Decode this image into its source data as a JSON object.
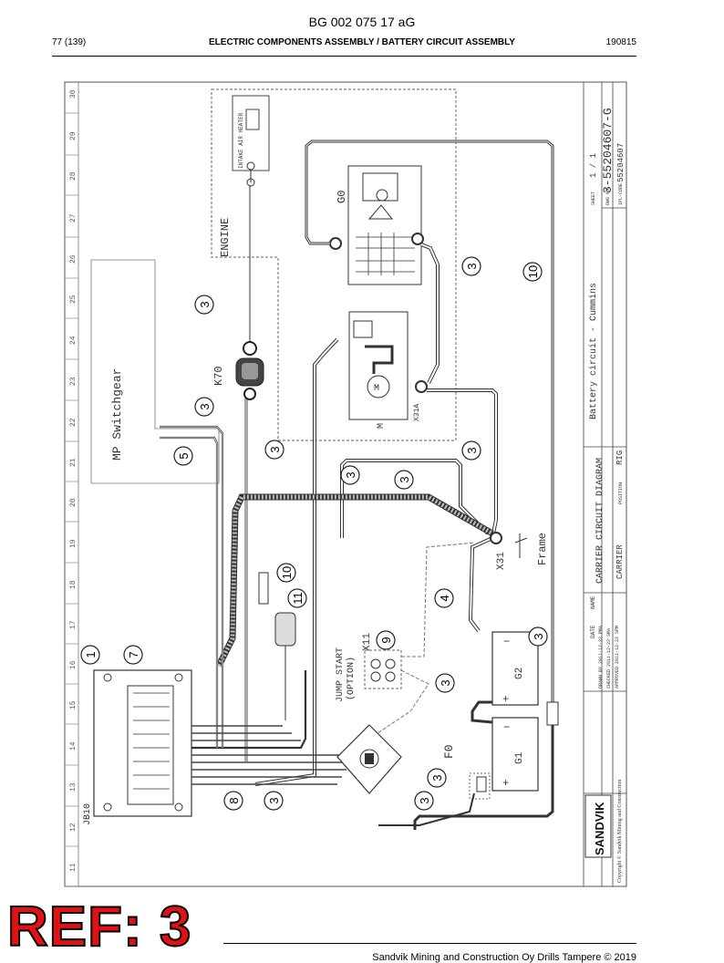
{
  "document": {
    "code": "BG 002 075 17 aG",
    "page": "77 (139)",
    "section_title": "ELECTRIC COMPONENTS ASSEMBLY / BATTERY CIRCUIT ASSEMBLY",
    "date_code": "190815",
    "footer": "Sandvik Mining and Construction Oy Drills Tampere © 2019"
  },
  "ref_stamp": "REF: 3",
  "drawing": {
    "grid_numbers": [
      "30",
      "29",
      "28",
      "27",
      "26",
      "25",
      "24",
      "23",
      "22",
      "21",
      "20",
      "19",
      "18",
      "17",
      "16",
      "15",
      "14",
      "13",
      "12",
      "11"
    ],
    "components": {
      "engine": "ENGINE",
      "switchgear": "MP Switchgear",
      "heater": "INTAKE AIR HEATER",
      "k70": "K70",
      "g0": "G0",
      "m": "M",
      "motor_symbol": "M",
      "x31a": "X31A",
      "x31": "X31",
      "frame": "Frame",
      "x11": "X11",
      "jump_start_1": "JUMP START",
      "jump_start_2": "(OPTION)",
      "g2": "G2",
      "g1": "G1",
      "f0": "F0",
      "jb10": "JB10"
    },
    "callouts": [
      "3",
      "3",
      "5",
      "3",
      "3",
      "3",
      "3",
      "3",
      "10",
      "10",
      "11",
      "9",
      "4",
      "3",
      "7",
      "1",
      "3",
      "3",
      "8",
      "3",
      "3"
    ],
    "title_block": {
      "description": "Battery circuit - Cummins",
      "diagram": "CARRIER CIRCUIT DIAGRAM",
      "group": "CARRIER",
      "position_label": "POSITION",
      "position": "RIG",
      "sheet_label": "SHEET",
      "sheet": "1 / 1",
      "dwg_label": "DWG NO",
      "dwg_no": "3-55204607-G",
      "ipl_label": "IPL-CODE",
      "ipl": "55204607",
      "brand": "SANDVIK",
      "copyright": "Copyright © Sandvik Mining and Construction",
      "date_head": "DATE",
      "name_head": "NAME",
      "rows": [
        "DRAWN BY  2011-12-22  PMA",
        "CHECKED  2011-12-22  SMA",
        "APPROVED  2011-12-22  SPM"
      ]
    }
  }
}
